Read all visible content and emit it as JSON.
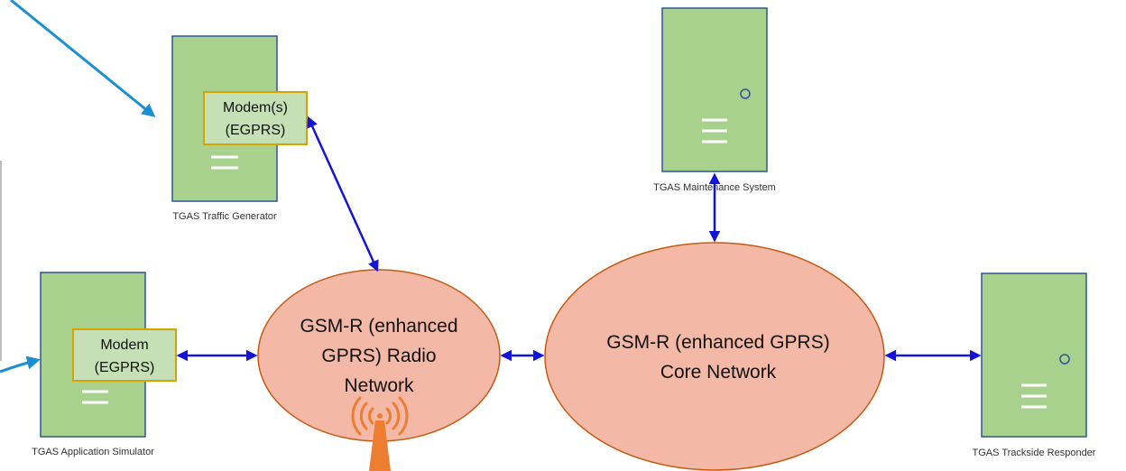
{
  "colors": {
    "server_fill": "#a9d18e",
    "server_stroke": "#2f5597",
    "modem_fill": "#c5e0b4",
    "modem_stroke": "#d6a300",
    "network_fill": "#f4b9a6",
    "network_stroke": "#c55a11",
    "link": "#1414d9",
    "arrow_external": "#1b8fd1",
    "antenna": "#ed7d31"
  },
  "servers": {
    "traffic_generator": {
      "label": "TGAS Traffic Generator"
    },
    "maintenance_system": {
      "label": "TGAS Maintenance System"
    },
    "application_simulator": {
      "label": "TGAS Application Simulator"
    },
    "trackside_responder": {
      "label": "TGAS Trackside Responder"
    }
  },
  "modems": {
    "traffic_generator": {
      "line1": "Modem(s)",
      "line2": "(EGPRS)"
    },
    "application_simulator": {
      "line1": "Modem",
      "line2": "(EGPRS)"
    }
  },
  "networks": {
    "radio": {
      "line1": "GSM-R (enhanced",
      "line2": "GPRS) Radio",
      "line3": "Network"
    },
    "core": {
      "line1": "GSM-R (enhanced GPRS)",
      "line2": "Core Network"
    }
  },
  "icons": {
    "antenna": "radio-antenna-icon",
    "power": "power-led-icon"
  }
}
